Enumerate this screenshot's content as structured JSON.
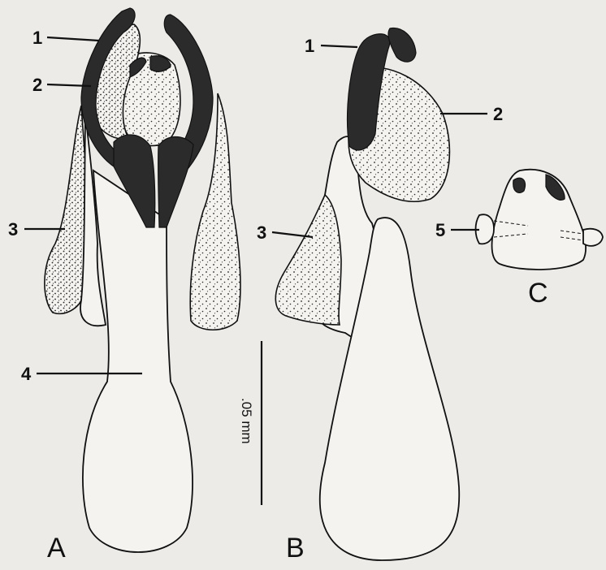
{
  "figure": {
    "panel_a": "A",
    "panel_b": "B",
    "panel_c": "C",
    "labels": [
      "1",
      "2",
      "3",
      "4",
      "5"
    ],
    "scale_bar": ".05 mm",
    "colors": {
      "background": "#ecebe8",
      "ink": "#111111",
      "sclerotized": "#2b2b2b"
    }
  }
}
